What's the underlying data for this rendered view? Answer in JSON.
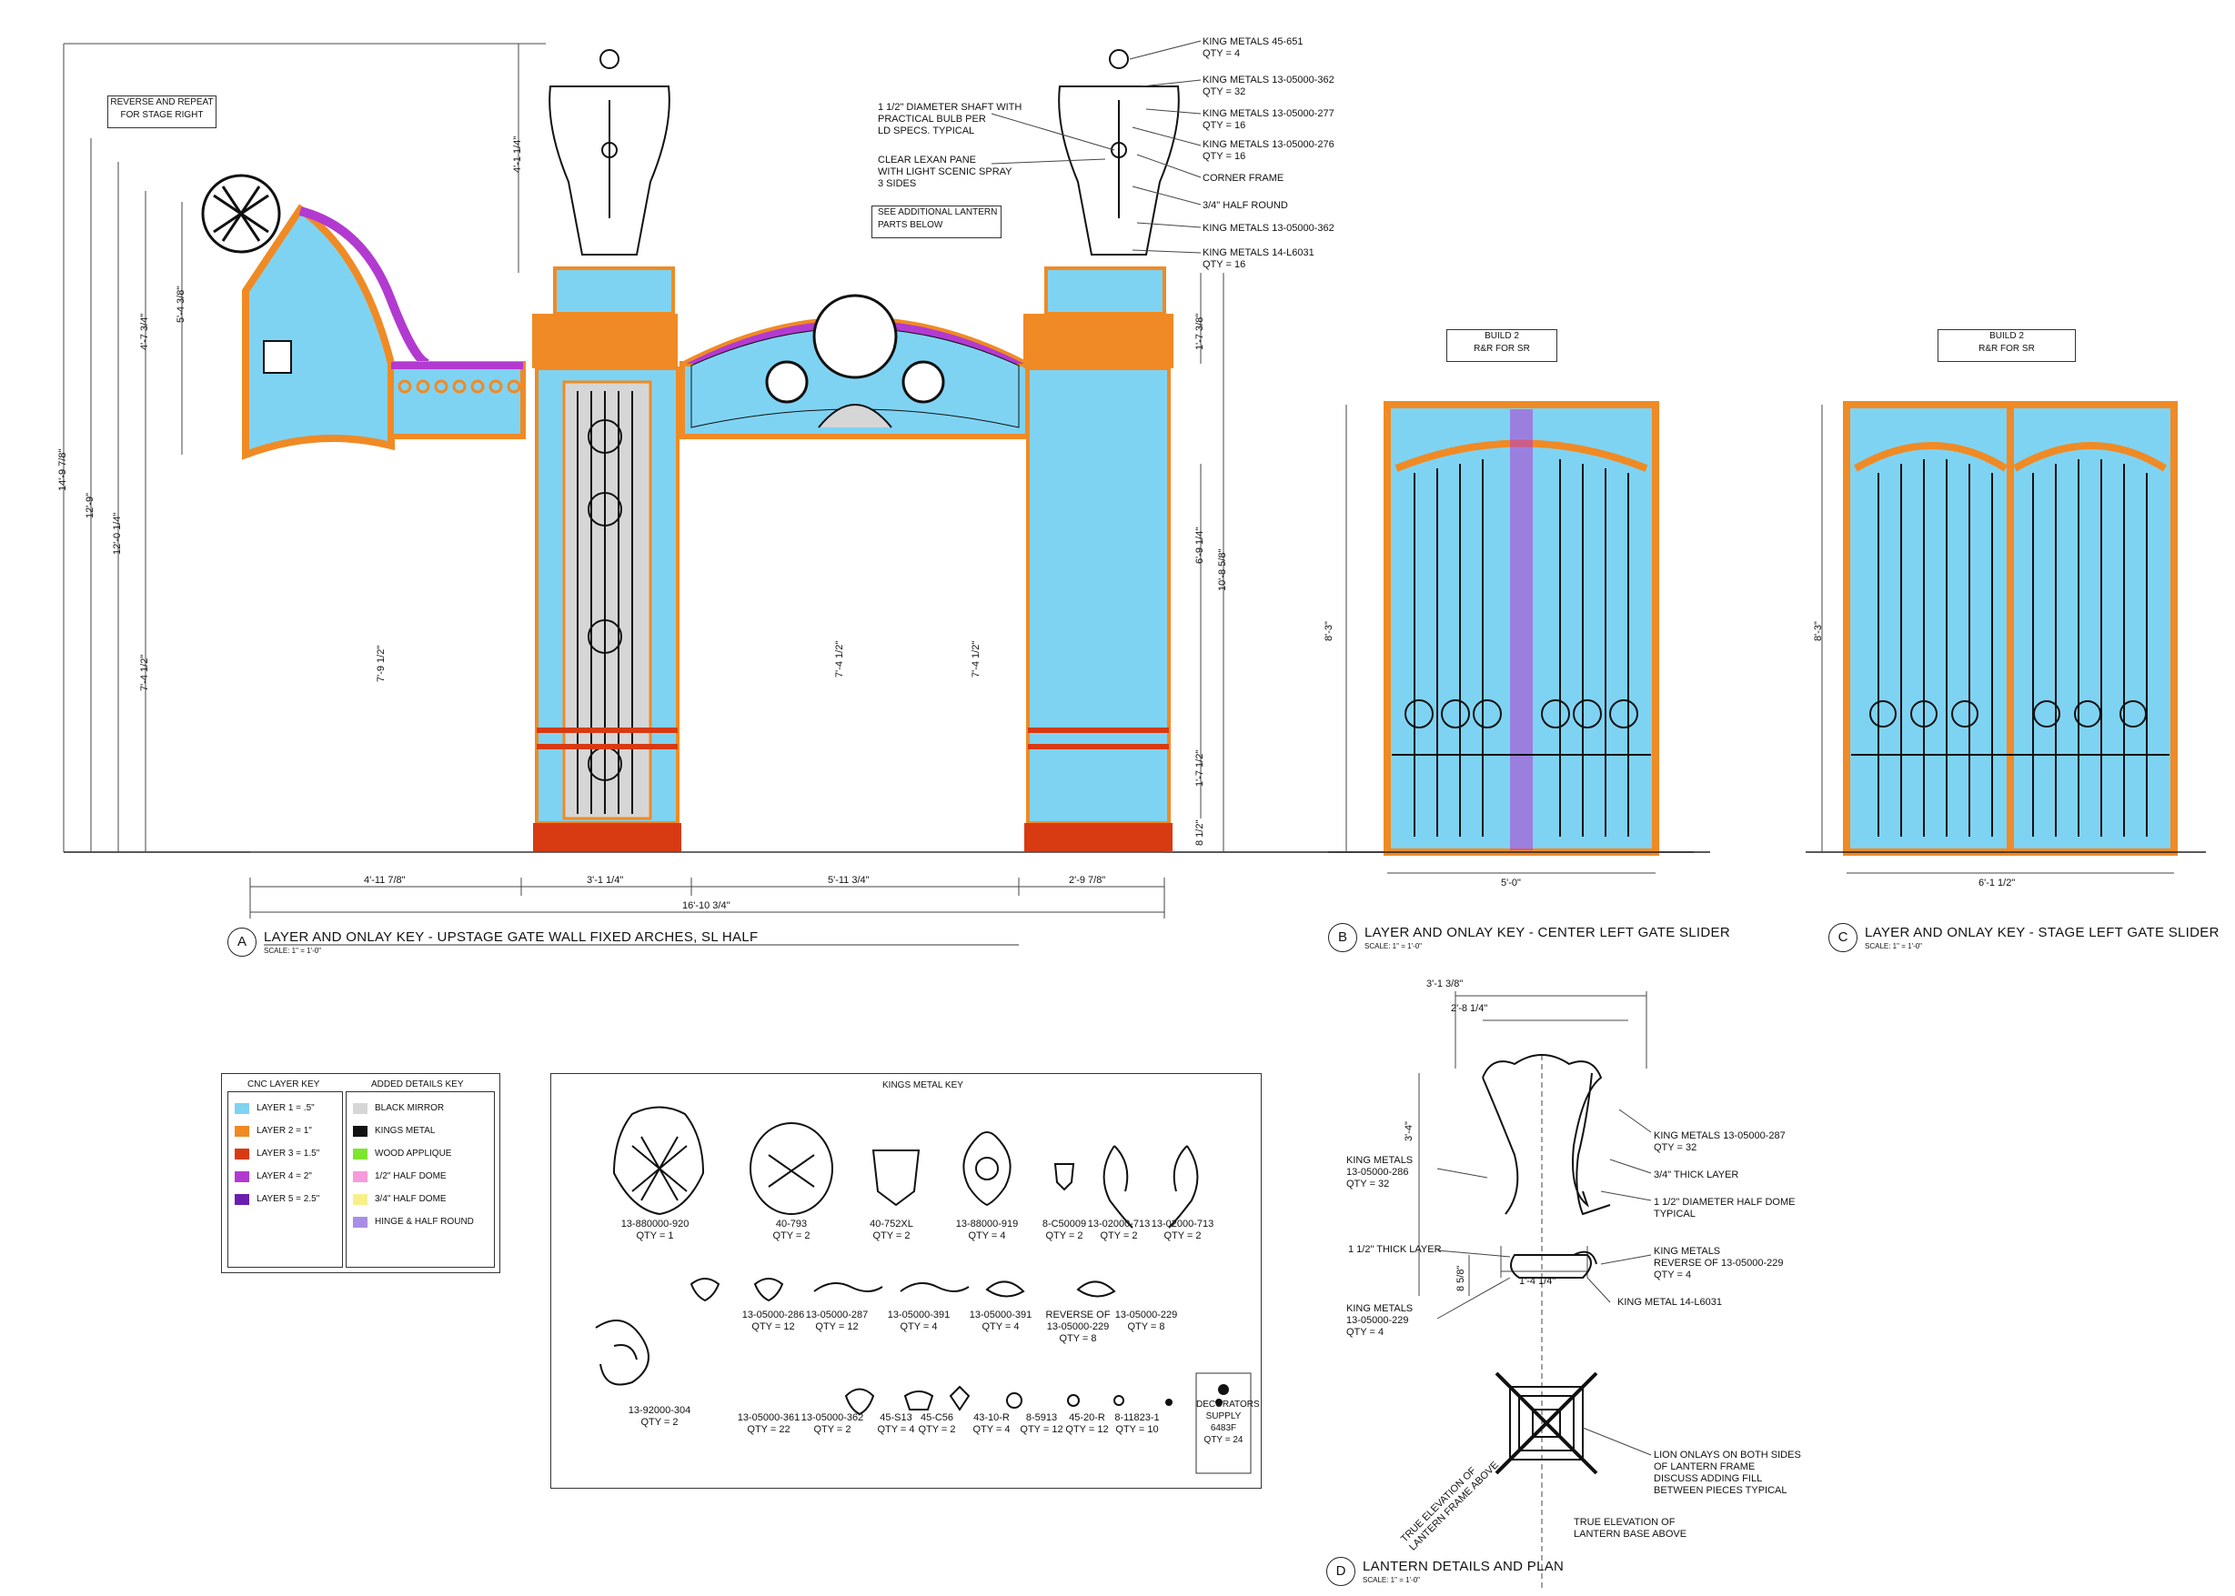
{
  "drawings": {
    "a": {
      "letter": "A",
      "title": "LAYER AND ONLAY KEY - UPSTAGE GATE WALL FIXED ARCHES, SL HALF",
      "scale": "SCALE: 1\" = 1'-0\"",
      "note": [
        "REVERSE AND REPEAT",
        "FOR STAGE RIGHT"
      ],
      "dims_h": [
        "4'-11 7/8\"",
        "3'-1 1/4\"",
        "5'-11 3/4\"",
        "2'-9 7/8\"",
        "16'-10 3/4\""
      ],
      "dims_v": [
        "14'-9 7/8\"",
        "12'-9\"",
        "12'-0 1/4\"",
        "4'-7 3/4\"",
        "5'-4 3/8\"",
        "7'-4 1/2\"",
        "7'-9 1/2\"",
        "7'-4 1/2\"",
        "7'-4 1/2\"",
        "4'-1 1/4\"",
        "1'-7 3/8\"",
        "6'-9 1/4\"",
        "10'-8 5/8\"",
        "1'-7 1/2\"",
        "8 1/2\""
      ],
      "lantern_callouts_left": [
        [
          "1 1/2\" DIAMETER SHAFT WITH",
          "PRACTICAL BULB PER",
          "LD SPECS. TYPICAL"
        ],
        [
          "CLEAR LEXAN PANE",
          "WITH LIGHT SCENIC SPRAY",
          "3 SIDES"
        ],
        [
          "SEE ADDITIONAL LANTERN",
          "PARTS BELOW"
        ]
      ],
      "lantern_callouts_right": [
        [
          "KING METALS 45-651",
          "QTY = 4"
        ],
        [
          "KING METALS 13-05000-362",
          "QTY = 32"
        ],
        [
          "KING METALS 13-05000-277",
          "QTY = 16"
        ],
        [
          "KING METALS 13-05000-276",
          "QTY = 16"
        ],
        [
          "CORNER FRAME"
        ],
        [
          "3/4\" HALF ROUND"
        ],
        [
          "KING METALS 13-05000-362"
        ],
        [
          "KING METALS 14-L6031",
          "QTY = 16"
        ]
      ]
    },
    "b": {
      "letter": "B",
      "title": "LAYER AND ONLAY KEY - CENTER LEFT GATE SLIDER",
      "scale": "SCALE: 1\" = 1'-0\"",
      "tag": [
        "BUILD 2",
        "R&R FOR SR"
      ],
      "dim_h": "5'-0\"",
      "dim_v": "8'-3\""
    },
    "c": {
      "letter": "C",
      "title": "LAYER AND ONLAY KEY - STAGE LEFT GATE SLIDER",
      "scale": "SCALE: 1\" = 1'-0\"",
      "tag": [
        "BUILD 2",
        "R&R FOR SR"
      ],
      "dim_h": "6'-1 1/2\"",
      "dim_v": "8'-3\""
    },
    "d": {
      "letter": "D",
      "title": "LANTERN DETAILS AND PLAN",
      "scale": "SCALE: 1\" = 1'-0\"",
      "dims": [
        "3'-1 3/8\"",
        "2'-8 1/4\"",
        "3'-4\"",
        "8 5/8\"",
        "1'-4 1/4\""
      ],
      "callouts_left": [
        [
          "KING METALS",
          "13-05000-286",
          "QTY = 32"
        ],
        [
          "1 1/2\" THICK LAYER"
        ],
        [
          "KING METALS",
          "13-05000-229",
          "QTY = 4"
        ]
      ],
      "callouts_right": [
        [
          "KING METALS 13-05000-287",
          "QTY = 32"
        ],
        [
          "3/4\" THICK LAYER"
        ],
        [
          "1 1/2\" DIAMETER HALF DOME",
          "TYPICAL"
        ],
        [
          "KING METALS",
          "REVERSE OF 13-05000-229",
          "QTY = 4"
        ],
        [
          "KING METAL 14-L6031"
        ]
      ],
      "plan_notes": {
        "lion": [
          "LION ONLAYS ON BOTH SIDES",
          "OF LANTERN FRAME",
          "DISCUSS ADDING FILL",
          "BETWEEN PIECES TYPICAL"
        ],
        "true_frame": [
          "TRUE ELEVATION OF",
          "LANTERN FRAME ABOVE"
        ],
        "true_base": [
          "TRUE ELEVATION OF",
          "LANTERN BASE ABOVE"
        ]
      }
    }
  },
  "cnc_key": {
    "title": "CNC LAYER KEY",
    "items": [
      {
        "label": "LAYER 1 = .5\"",
        "color": "#7fd3f2"
      },
      {
        "label": "LAYER 2 = 1\"",
        "color": "#f08a24"
      },
      {
        "label": "LAYER 3 = 1.5\"",
        "color": "#d83a12"
      },
      {
        "label": "LAYER 4 = 2\"",
        "color": "#b23ad0"
      },
      {
        "label": "LAYER 5 = 2.5\"",
        "color": "#6a1fb0"
      }
    ]
  },
  "details_key": {
    "title": "ADDED DETAILS KEY",
    "items": [
      {
        "label": "BLACK MIRROR",
        "color": "#d6d6d6"
      },
      {
        "label": "KINGS METAL",
        "color": "#111111"
      },
      {
        "label": "WOOD APPLIQUE",
        "color": "#7ee62e"
      },
      {
        "label": "1/2\" HALF DOME",
        "color": "#f79ad9"
      },
      {
        "label": "3/4\" HALF DOME",
        "color": "#f7f08a"
      },
      {
        "label": "HINGE & HALF ROUND",
        "color": "#a98ee6"
      }
    ]
  },
  "kings_metal_key": {
    "title": "KINGS METAL  KEY",
    "row1": [
      [
        "13-880000-920",
        "QTY = 1"
      ],
      [
        "40-793",
        "QTY = 2"
      ],
      [
        "40-752XL",
        "QTY = 2"
      ],
      [
        "13-88000-919",
        "QTY = 4"
      ],
      [
        "8-C50009",
        "QTY = 2"
      ],
      [
        "13-02000-713",
        "QTY = 2"
      ],
      [
        "13-02000-713",
        "QTY = 2"
      ]
    ],
    "row2": [
      [
        "13-05000-286",
        "QTY = 12"
      ],
      [
        "13-05000-287",
        "QTY = 12"
      ],
      [
        "13-05000-391",
        "QTY = 4"
      ],
      [
        "13-05000-391",
        "QTY = 4"
      ],
      [
        "REVERSE OF",
        "13-05000-229",
        "QTY = 8"
      ],
      [
        "13-05000-229",
        "QTY = 8"
      ]
    ],
    "row2_left": [
      "13-92000-304",
      "QTY = 2"
    ],
    "row3": [
      [
        "13-05000-361",
        "QTY = 22"
      ],
      [
        "13-05000-362",
        "QTY = 2"
      ],
      [
        "45-S13",
        "QTY = 4"
      ],
      [
        "45-C56",
        "QTY = 2"
      ],
      [
        "43-10-R",
        "QTY = 4"
      ],
      [
        "8-5913",
        "QTY = 12"
      ],
      [
        "45-20-R",
        "QTY = 12"
      ],
      [
        "8-11823-1",
        "QTY = 10"
      ]
    ],
    "decorators": [
      "DECORATORS",
      "SUPPLY",
      "6483F",
      "QTY = 24"
    ]
  },
  "colors": {
    "layer1": "#7fd3f2",
    "layer2": "#f08a24",
    "layer3": "#d83a12",
    "layer4": "#b23ad0",
    "ink": "#111111",
    "mirror": "#d6d6d6"
  }
}
